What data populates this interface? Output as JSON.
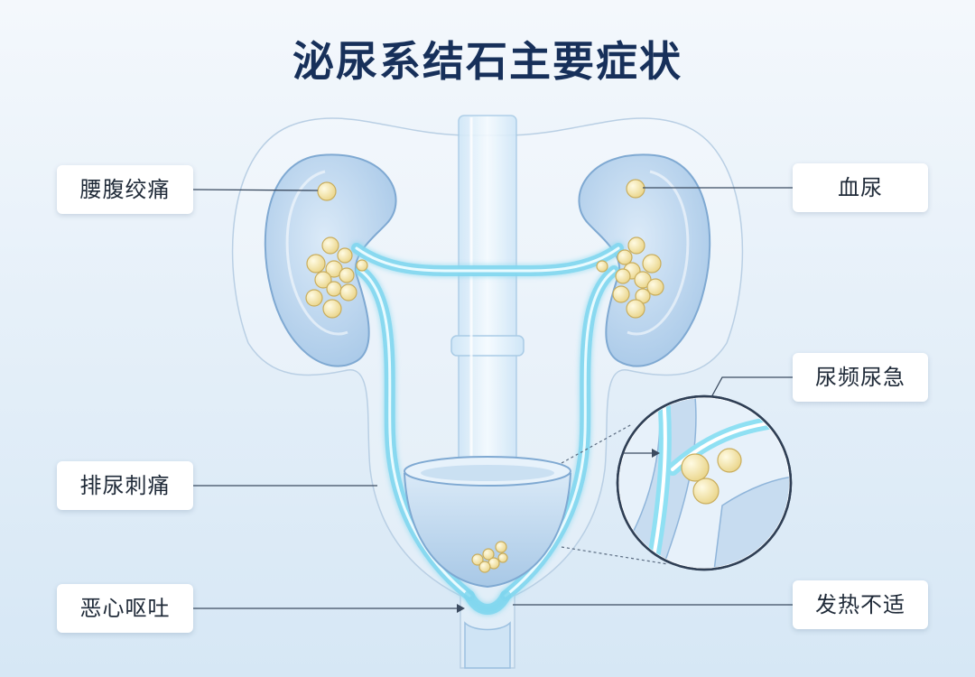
{
  "title": "泌尿系结石主要症状",
  "symptoms": {
    "back_pain": "腰腹绞痛",
    "hematuria": "血尿",
    "frequency": "尿频尿急",
    "painful_urination": "排尿刺痛",
    "nausea": "恶心呕吐",
    "fever": "发热不适"
  },
  "colors": {
    "title": "#17305a",
    "organ_fill": "#bcd6ef",
    "ureter_glow": "#5fd0ec",
    "stone": "#f5e6a6",
    "leader_line": "#3b4b60"
  }
}
